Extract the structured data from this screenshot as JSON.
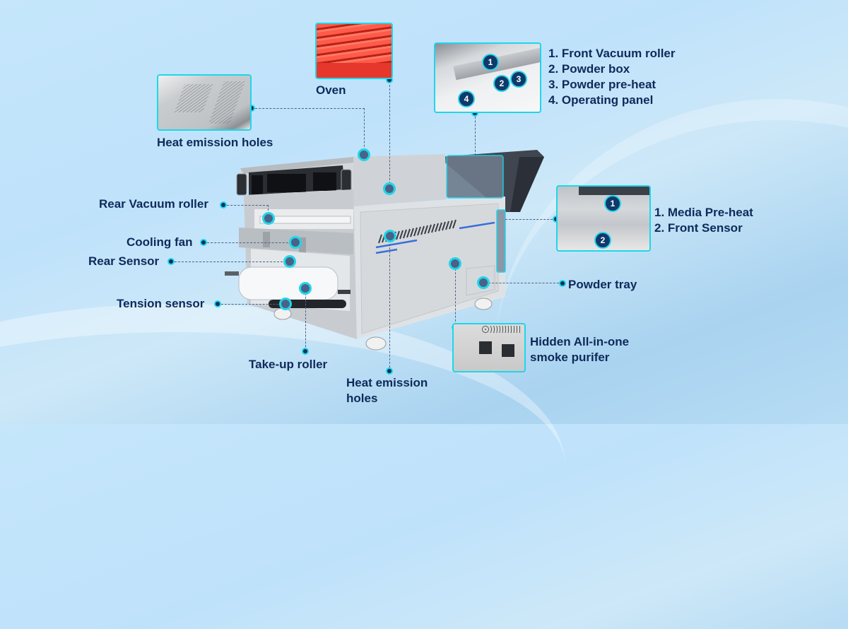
{
  "callouts": {
    "heat_emission_holes_top": "Heat emission holes",
    "oven": "Oven",
    "rear_vacuum_roller": "Rear Vacuum roller",
    "cooling_fan": "Cooling fan",
    "rear_sensor": "Rear Sensor",
    "tension_sensor": "Tension sensor",
    "take_up_roller": "Take-up roller",
    "heat_emission_holes_bottom_line1": "Heat emission",
    "heat_emission_holes_bottom_line2": "holes",
    "powder_tray": "Powder tray",
    "smoke_purifier_line1": "Hidden All-in-one",
    "smoke_purifier_line2": "smoke purifer"
  },
  "top_right_list": [
    "1. Front Vacuum roller",
    "2. Powder box",
    "3. Powder pre-heat",
    "4. Operating panel"
  ],
  "right_list": [
    "1. Media Pre-heat",
    "2. Front Sensor"
  ],
  "thumb_markers": {
    "top_right": [
      "1",
      "2",
      "3",
      "4"
    ],
    "right": [
      "1",
      "2"
    ]
  },
  "colors": {
    "label_text": "#0e2a5a",
    "accent_cyan": "#1fd6ea",
    "pin_fill": "#4b6287",
    "machine_body": "#d9dcdf",
    "stripe_blue": "#3a6fd8"
  }
}
